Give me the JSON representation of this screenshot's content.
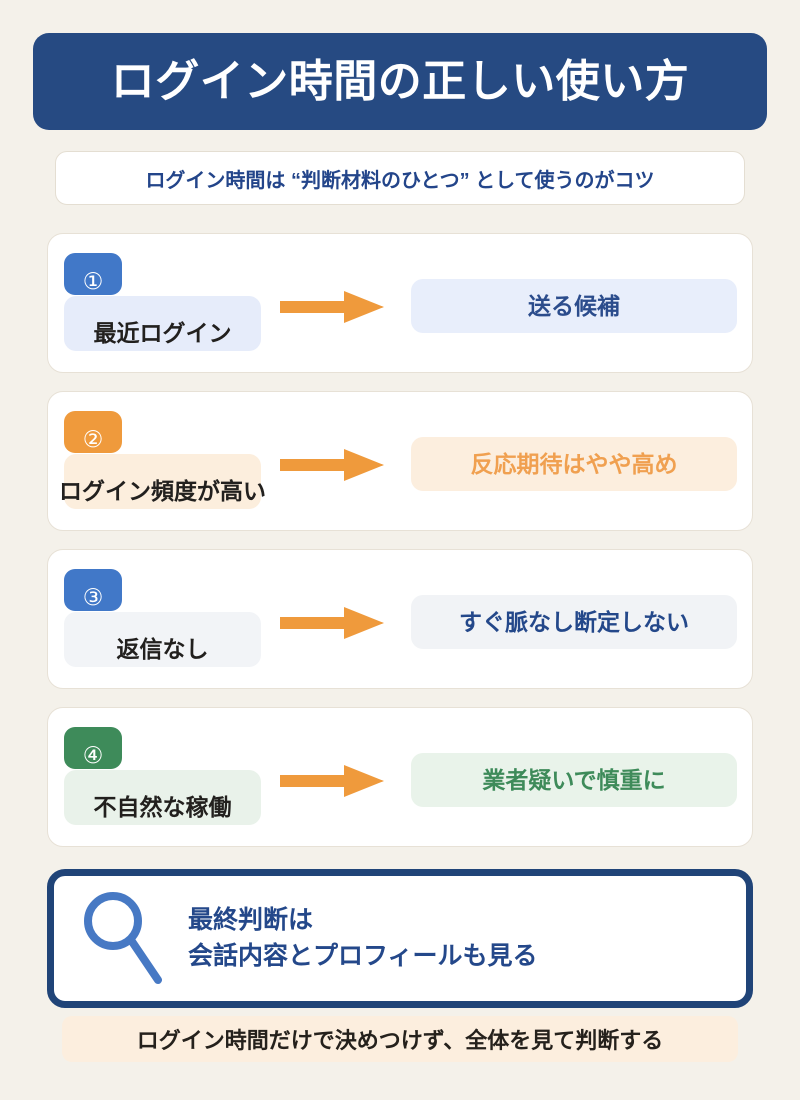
{
  "header": {
    "title": "ログイン時間の正しい使い方",
    "title_bg": "#264a82",
    "title_color": "#ffffff"
  },
  "subtitle": {
    "text": "ログイン時間は “判断材料のひとつ” として使うのがコツ",
    "color": "#23458a"
  },
  "steps": [
    {
      "badge": "①",
      "badge_color": "#4178c8",
      "cause": "最近ログイン",
      "cause_bg": "#e6ecfa",
      "cause_color": "#22201e",
      "arrow": "arrow-right-icon",
      "arrow_color": "#ef9a3c",
      "effect": "送る候補",
      "effect_bg": "#e8eefb",
      "effect_color": "#2b4c8c"
    },
    {
      "badge": "②",
      "badge_color": "#ef9a3c",
      "cause": "ログイン頻度が高い",
      "cause_bg": "#fceedd",
      "cause_color": "#22201e",
      "arrow": "arrow-right-icon",
      "arrow_color": "#ef9a3c",
      "effect": "反応期待はやや高め",
      "effect_bg": "#fceede",
      "effect_color": "#f0a050"
    },
    {
      "badge": "③",
      "badge_color": "#4178c8",
      "cause": "返信なし",
      "cause_bg": "#f2f4f7",
      "cause_color": "#22201e",
      "arrow": "arrow-right-icon",
      "arrow_color": "#ef9a3c",
      "effect": "すぐ脈なし断定しない",
      "effect_bg": "#f1f3f6",
      "effect_color": "#24488a"
    },
    {
      "badge": "④",
      "badge_color": "#3e8b5a",
      "cause": "不自然な稼働",
      "cause_bg": "#e9f2ea",
      "cause_color": "#22201e",
      "arrow": "arrow-right-icon",
      "arrow_color": "#ef9a3c",
      "effect": "業者疑いで慎重に",
      "effect_bg": "#e9f3ea",
      "effect_color": "#3e8b5a"
    }
  ],
  "conclusion": {
    "icon": "magnifier-icon",
    "icon_color": "#4779c4",
    "border_color": "#204478",
    "line1": "最終判断は",
    "line2": "会話内容とプロフィールも見る",
    "color": "#24488a"
  },
  "footer": {
    "text": "ログイン時間だけで決めつけず、全体を見て判断する",
    "bg": "#fceede",
    "color": "#25211c"
  },
  "theme": {
    "page_bg": "#f4f1ea",
    "card_bg": "#ffffff",
    "card_border": "#e7e1d6",
    "navy": "#264a82",
    "orange": "#ef9a3c",
    "green": "#3e8b5a"
  }
}
